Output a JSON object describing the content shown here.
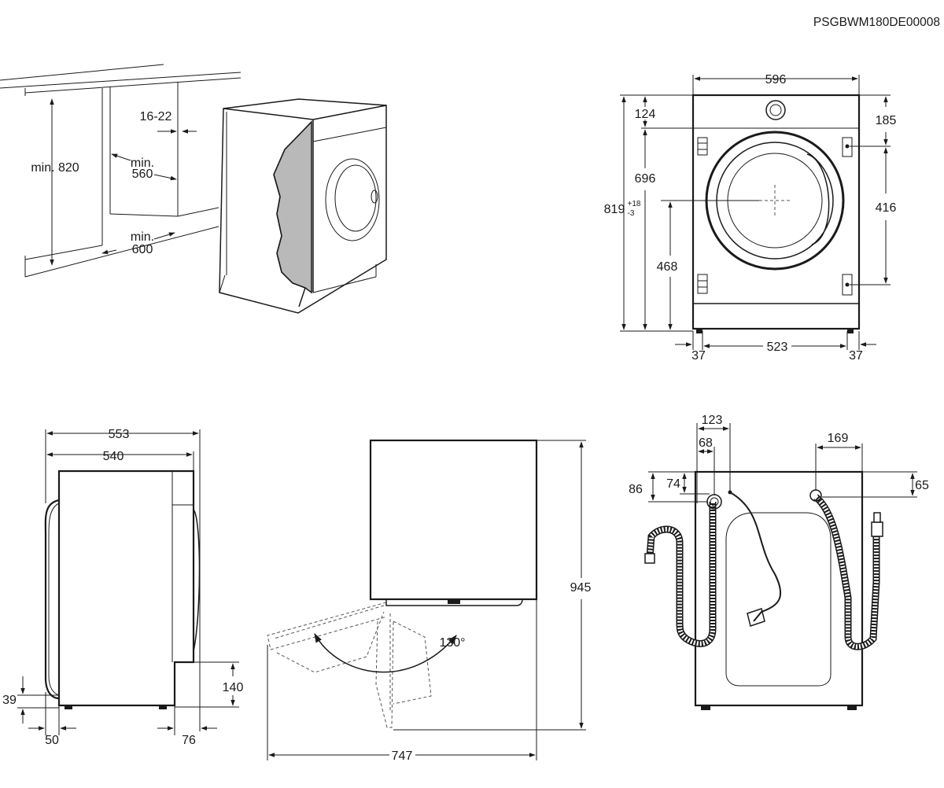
{
  "doc_code": "PSGBWM180DE00008",
  "install": {
    "niche_gap": "16-22",
    "height_min": "min. 820",
    "depth_min_label": "min.",
    "depth_min_value": "560",
    "width_min_label": "min.",
    "width_min_value": "600"
  },
  "front": {
    "width": "596",
    "top_to_controls": "124",
    "top_hinge": "185",
    "total_height": "819",
    "total_height_tol_plus": "+18",
    "total_height_tol_minus": "-3",
    "hinge_spacing": "416",
    "height_to_panel": "696",
    "door_center": "468",
    "feet_spacing": "523",
    "left_offset": "37",
    "right_offset": "37"
  },
  "side": {
    "depth_total": "553",
    "depth_body": "540",
    "toe_height": "39",
    "front_offset": "50",
    "back_offset": "76",
    "plinth_height": "140"
  },
  "door": {
    "height": "945",
    "opening_angle": "130°",
    "swing_depth": "747"
  },
  "back": {
    "inlet_offset": "123",
    "drain_offset": "68",
    "right_hose_offset": "169",
    "drain_height": "86",
    "drain_inner_height": "74",
    "right_height": "65"
  }
}
